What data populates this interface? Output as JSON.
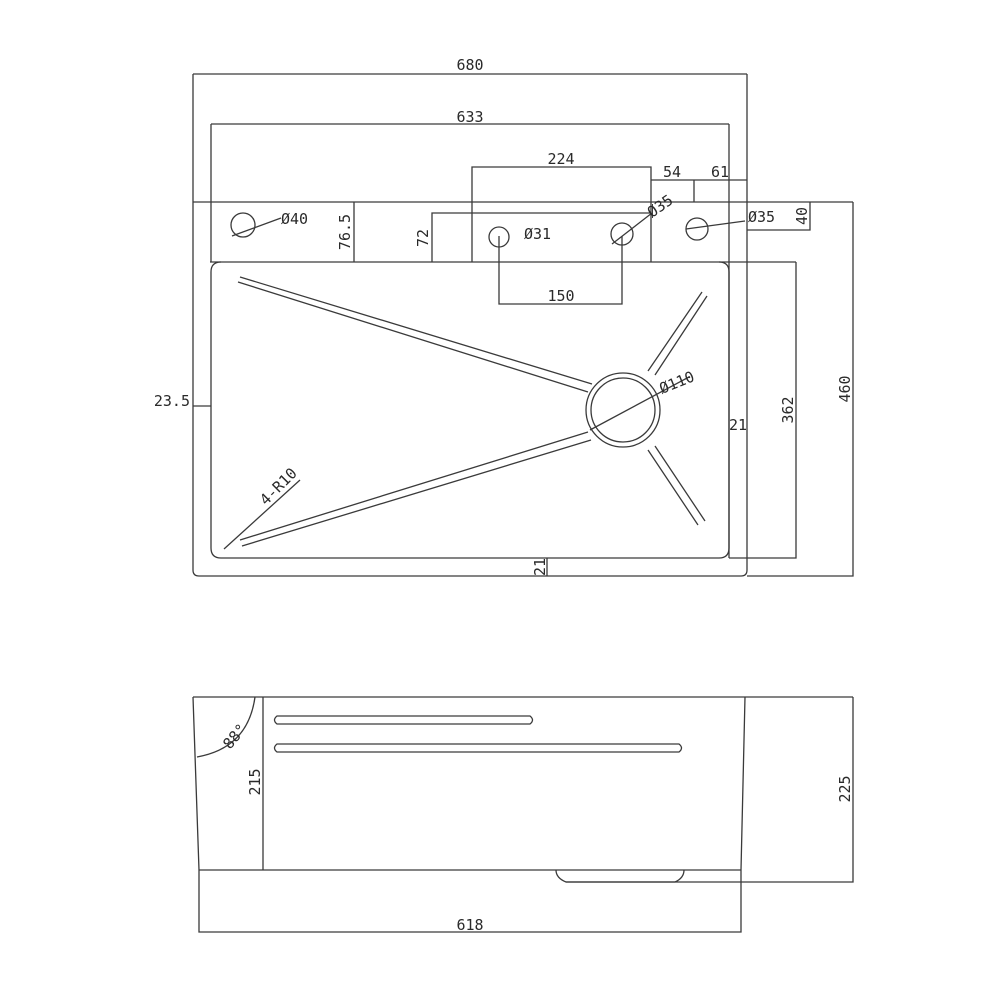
{
  "top_view": {
    "width_overall": "680",
    "width_inner": "633",
    "dim_224": "224",
    "dim_54": "54",
    "dim_61": "61",
    "hole_d40": "Ø40",
    "dim_76_5": "76.5",
    "dim_72": "72",
    "hole_d31": "Ø31",
    "hole_d35_left": "Ø35",
    "hole_d35_right": "Ø35",
    "dim_40": "40",
    "dim_150": "150",
    "drain_d110": "Ø110",
    "side_23_5": "23.5",
    "side_21_right": "21",
    "height_362": "362",
    "height_460": "460",
    "corner_radius": "4-R10",
    "bottom_21": "21"
  },
  "side_view": {
    "angle": "88°",
    "height_215": "215",
    "height_225": "225",
    "width_618": "618"
  }
}
